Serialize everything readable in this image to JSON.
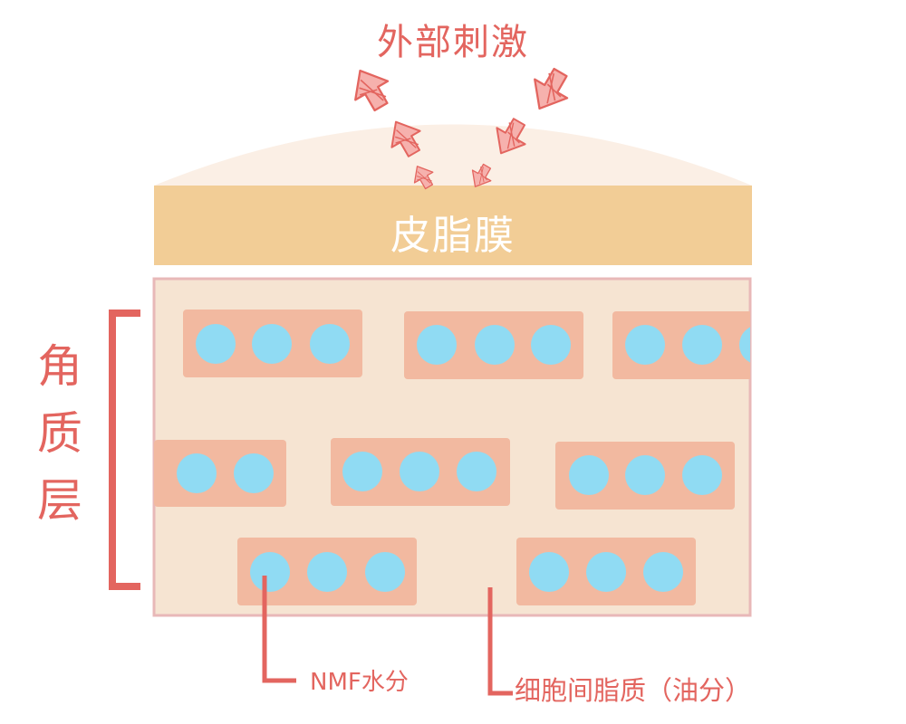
{
  "title": "外部刺激",
  "sebum_film": "皮脂膜",
  "stratum_corneum": "角质层",
  "labels": {
    "nmf": "NMF水分",
    "intercellular_lipid": "细胞间脂质（油分）"
  },
  "colors": {
    "accent_red": "#e3655f",
    "dome": "#fbefe5",
    "sebum_film": "#f2cd96",
    "stratum_corneum": "#f6e4d2",
    "stratum_border": "#e8b8b8",
    "cell": "#f2b9a0",
    "nmf_dot": "#90dbf3"
  }
}
